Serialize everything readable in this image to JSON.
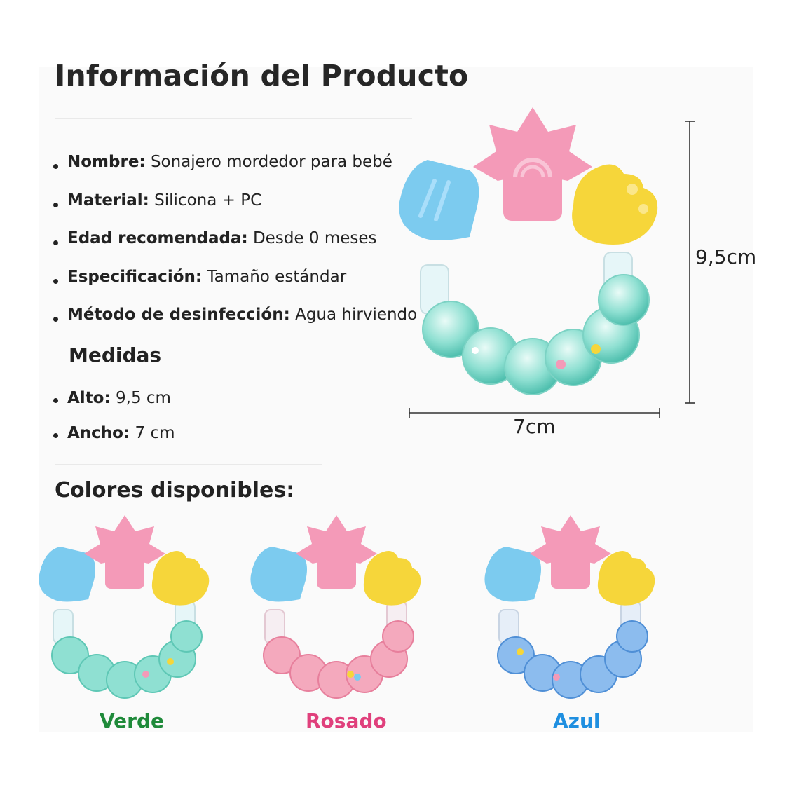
{
  "title": "Información del Producto",
  "specs": [
    {
      "label": "Nombre:",
      "value": "Sonajero mordedor para bebé"
    },
    {
      "label": "Material:",
      "value": "Silicona + PC"
    },
    {
      "label": "Edad recomendada:",
      "value": "Desde 0 meses"
    },
    {
      "label": "Especificación:",
      "value": "Tamaño estándar"
    },
    {
      "label": "Método de desinfección:",
      "value": "Agua hirviendo"
    }
  ],
  "measures": {
    "heading": "Medidas",
    "items": [
      {
        "label": "Alto:",
        "value": "9,5 cm"
      },
      {
        "label": "Ancho:",
        "value": "7 cm"
      }
    ]
  },
  "dimensions": {
    "height": "9,5cm",
    "width": "7cm"
  },
  "colors": {
    "heading": "Colores disponibles:",
    "options": [
      {
        "name": "Verde",
        "label_color": "#1f8a3a",
        "bead_color": "#8fe0d2"
      },
      {
        "name": "Rosado",
        "label_color": "#e0407c",
        "bead_color": "#f4a9bd"
      },
      {
        "name": "Azul",
        "label_color": "#1f8fe0",
        "bead_color": "#8cbcee"
      }
    ]
  },
  "product_colors": {
    "pink": "#f49ab8",
    "blue": "#7ccbef",
    "yellow": "#f6d63a"
  }
}
